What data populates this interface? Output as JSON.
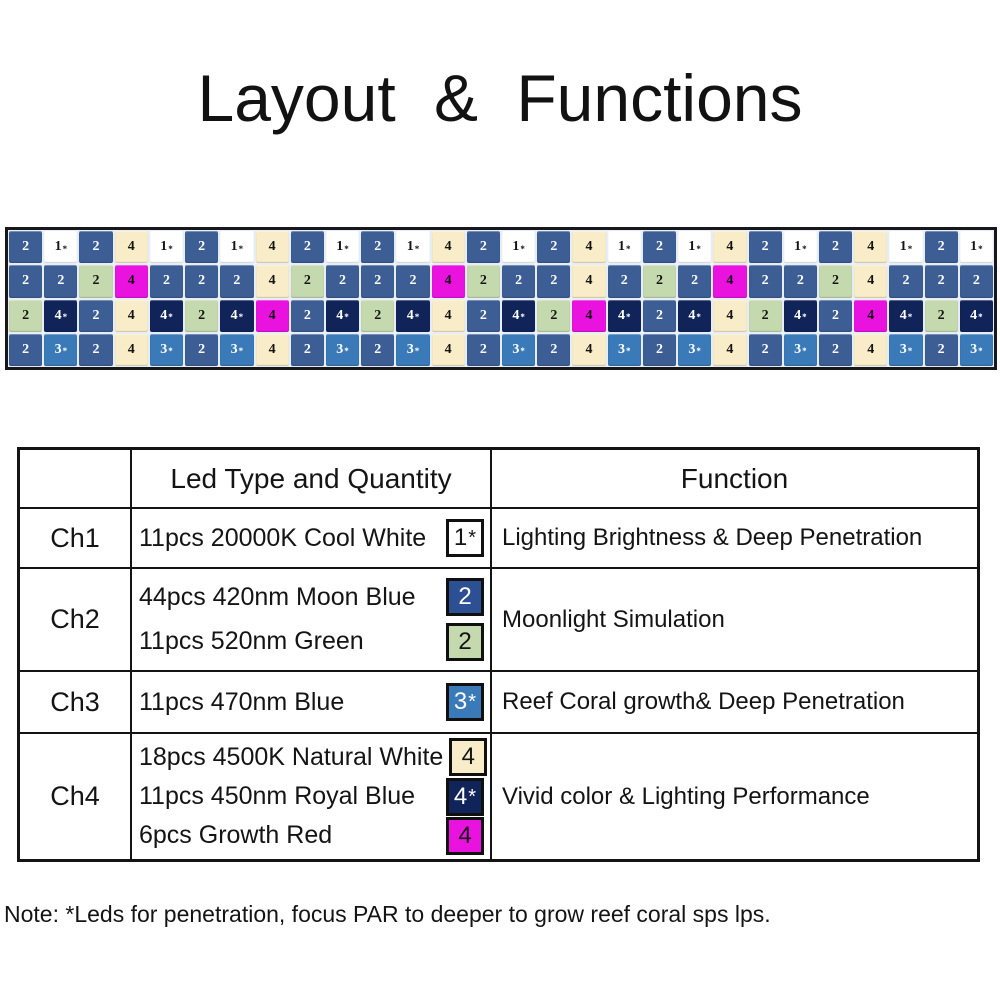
{
  "title": "Layout & Functions",
  "palette": {
    "white": {
      "bg": "#ffffff",
      "fg": "#141414"
    },
    "blue": {
      "bg": "#3c5e95",
      "fg": "#ffffff"
    },
    "royal": {
      "bg": "#2d5094",
      "fg": "#ffffff"
    },
    "green": {
      "bg": "#c5d9ae",
      "fg": "#141414"
    },
    "steel": {
      "bg": "#3a7ab8",
      "fg": "#ffffff"
    },
    "cream": {
      "bg": "#f9edc9",
      "fg": "#141414"
    },
    "navy": {
      "bg": "#112459",
      "fg": "#ffffff"
    },
    "magenta": {
      "bg": "#ea12df",
      "fg": "#141414"
    }
  },
  "led_grid": {
    "rows": [
      [
        "2:blue",
        "1*:white",
        "2:blue",
        "4:cream",
        "1*:white",
        "2:blue",
        "1*:white",
        "4:cream",
        "2:blue",
        "1*:white",
        "2:blue",
        "1*:white",
        "4:cream",
        "2:blue",
        "1*:white",
        "2:blue",
        "4:cream",
        "1*:white",
        "2:blue",
        "1*:white",
        "4:cream",
        "2:blue",
        "1*:white",
        "2:blue",
        "4:cream",
        "1*:white",
        "2:blue",
        "1*:white"
      ],
      [
        "2:blue",
        "2:blue",
        "2:green",
        "4:magenta",
        "2:blue",
        "2:blue",
        "2:blue",
        "4:cream",
        "2:green",
        "2:blue",
        "2:blue",
        "2:blue",
        "4:magenta",
        "2:green",
        "2:blue",
        "2:blue",
        "4:cream",
        "2:blue",
        "2:green",
        "2:blue",
        "4:magenta",
        "2:blue",
        "2:blue",
        "2:green",
        "4:cream",
        "2:blue",
        "2:blue",
        "2:blue"
      ],
      [
        "2:green",
        "4*:navy",
        "2:blue",
        "4:cream",
        "4*:navy",
        "2:green",
        "4*:navy",
        "4:magenta",
        "2:blue",
        "4*:navy",
        "2:green",
        "4*:navy",
        "4:cream",
        "2:blue",
        "4*:navy",
        "2:green",
        "4:magenta",
        "4*:navy",
        "2:blue",
        "4*:navy",
        "4:cream",
        "2:green",
        "4*:navy",
        "2:blue",
        "4:magenta",
        "4*:navy",
        "2:green",
        "4*:navy"
      ],
      [
        "2:blue",
        "3*:steel",
        "2:blue",
        "4:cream",
        "3*:steel",
        "2:blue",
        "3*:steel",
        "4:cream",
        "2:blue",
        "3*:steel",
        "2:blue",
        "3*:steel",
        "4:cream",
        "2:blue",
        "3*:steel",
        "2:blue",
        "4:cream",
        "3*:steel",
        "2:blue",
        "3*:steel",
        "4:cream",
        "2:blue",
        "3*:steel",
        "2:blue",
        "4:cream",
        "3*:steel",
        "2:blue",
        "3*:steel"
      ]
    ]
  },
  "table": {
    "headers": {
      "channel": "",
      "type": "Led Type and Quantity",
      "function": "Function"
    },
    "rows": [
      {
        "channel": "Ch1",
        "types": [
          {
            "text": "11pcs 20000K Cool White",
            "swatch": "1*:white"
          }
        ],
        "function": "Lighting Brightness & Deep Penetration"
      },
      {
        "channel": "Ch2",
        "types": [
          {
            "text": "44pcs 420nm Moon Blue",
            "swatch": "2:royal"
          },
          {
            "text": "11pcs 520nm Green",
            "swatch": "2:green"
          }
        ],
        "function": "Moonlight Simulation"
      },
      {
        "channel": "Ch3",
        "types": [
          {
            "text": "11pcs 470nm Blue",
            "swatch": "3*:steel"
          }
        ],
        "function": "Reef Coral growth& Deep Penetration"
      },
      {
        "channel": "Ch4",
        "types": [
          {
            "text": "18pcs 4500K Natural White",
            "swatch": "4:cream"
          },
          {
            "text": "11pcs 450nm Royal Blue",
            "swatch": "4*:navy"
          },
          {
            "text": "6pcs Growth Red",
            "swatch": "4:magenta"
          }
        ],
        "function": "Vivid color & Lighting Performance"
      }
    ]
  },
  "note": "Note: *Leds for penetration, focus PAR to deeper to grow reef coral sps lps."
}
